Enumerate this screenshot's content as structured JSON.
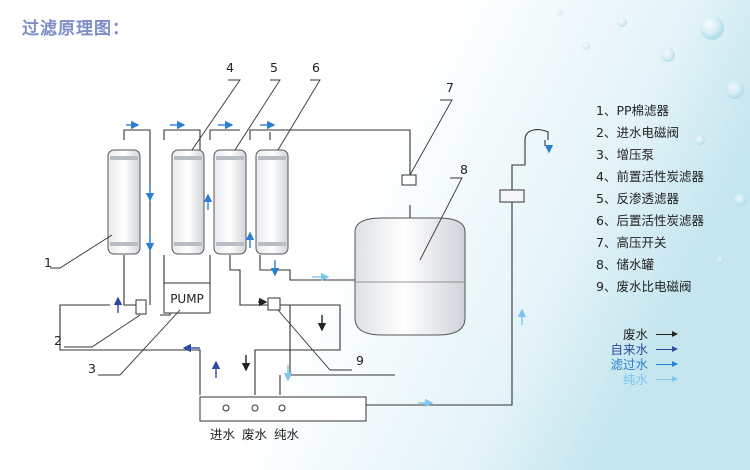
{
  "title": "过滤原理图：",
  "numbers": [
    "1",
    "2",
    "3",
    "4",
    "5",
    "6",
    "7",
    "8",
    "9"
  ],
  "components": [
    "1、PP棉滤器",
    "2、进水电磁阀",
    "3、增压泵",
    "4、前置活性炭滤器",
    "5、反渗透滤器",
    "6、后置活性炭滤器",
    "7、高压开关",
    "8、储水罐",
    "9、废水比电磁阀"
  ],
  "pump_label": "PUMP",
  "flow_legend": [
    {
      "label": "废水",
      "color": "#222222"
    },
    {
      "label": "自来水",
      "color": "#2b4aa0"
    },
    {
      "label": "滤过水",
      "color": "#2b7fd0"
    },
    {
      "label": "纯水",
      "color": "#7cc6ee"
    }
  ],
  "ports": [
    "进水",
    "废水",
    "纯水"
  ],
  "colors": {
    "title": "#7d8ec4",
    "line": "#333333",
    "tap_water": "#2b4aa0",
    "filtered": "#2b7fd0",
    "pure": "#7cc6ee"
  }
}
